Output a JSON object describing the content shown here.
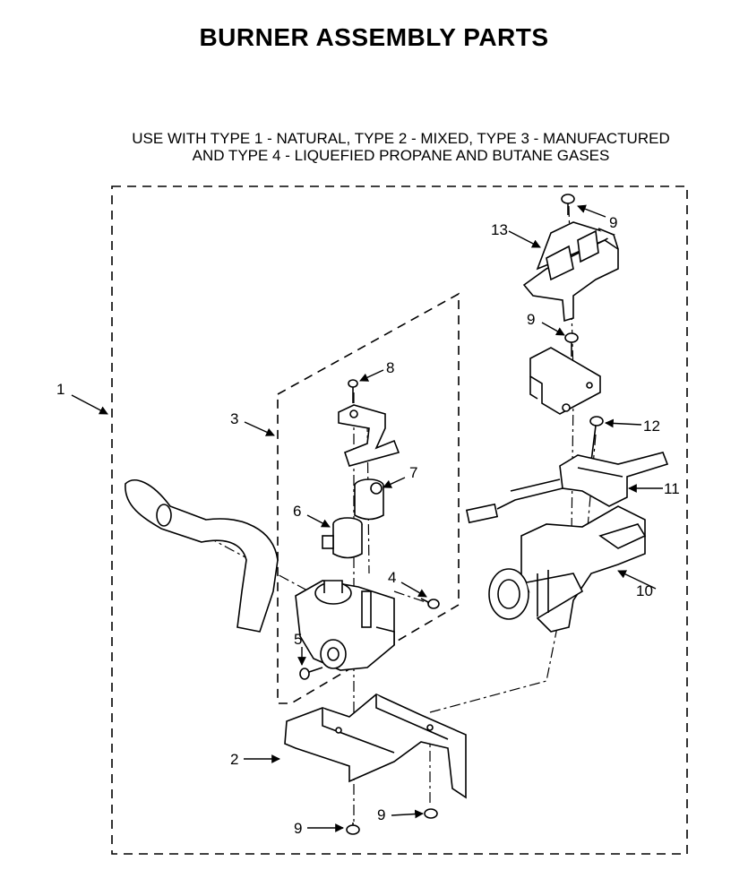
{
  "title": "BURNER ASSEMBLY PARTS",
  "subtitle_line1": "USE WITH TYPE 1 - NATURAL, TYPE 2 - MIXED, TYPE 3 - MANUFACTURED",
  "subtitle_line2": "AND TYPE 4 - LIQUEFIED PROPANE AND BUTANE GASES",
  "callouts": {
    "c1": "1",
    "c2": "2",
    "c3": "3",
    "c4": "4",
    "c5": "5",
    "c6": "6",
    "c7": "7",
    "c8": "8",
    "c9a": "9",
    "c9b": "9",
    "c9c": "9",
    "c9d": "9",
    "c10": "10",
    "c11": "11",
    "c12": "12",
    "c13": "13"
  }
}
